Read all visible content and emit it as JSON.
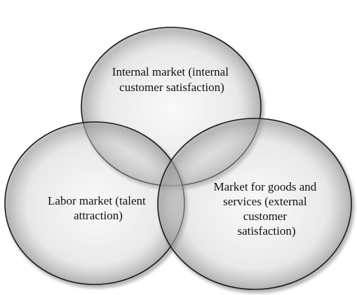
{
  "diagram": {
    "circles": [
      {
        "id": "internal-market",
        "label_lines": [
          "Internal market (internal",
          "customer satisfaction)"
        ]
      },
      {
        "id": "labor-market",
        "label_lines": [
          "Labor market (talent",
          "attraction)"
        ]
      },
      {
        "id": "goods-services-market",
        "label_lines": [
          "Market for goods and",
          "services (external",
          "customer",
          "satisfaction)"
        ]
      }
    ],
    "colors": {
      "circle_stroke": "#1a1a1a",
      "text": "#111111"
    }
  }
}
